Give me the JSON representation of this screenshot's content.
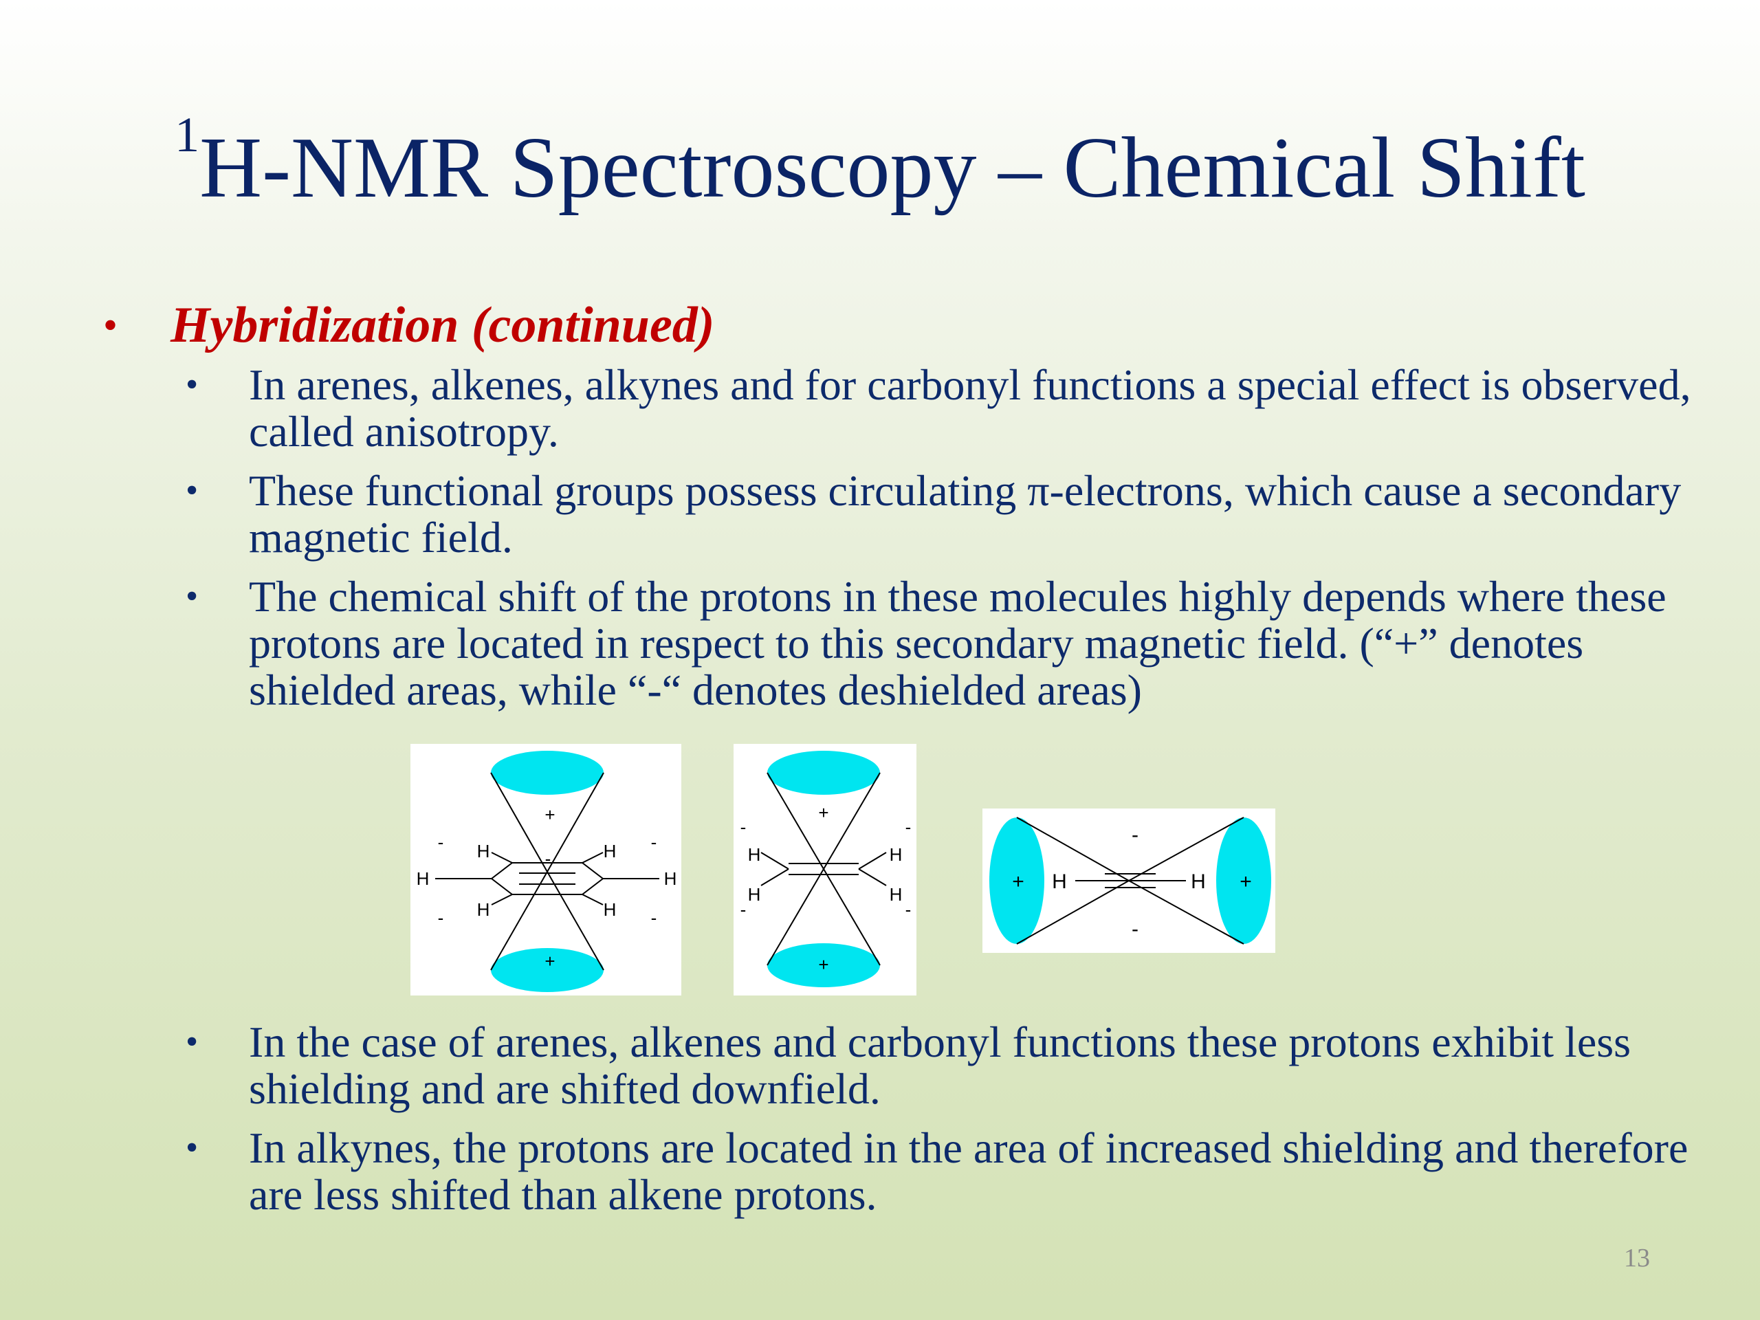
{
  "slide": {
    "title_sup": "1",
    "title_main": "H-NMR Spectroscopy – Chemical Shift",
    "heading_bullet": "•",
    "heading": "Hybridization (continued)",
    "bullet_glyph": "•",
    "bullets_top": [
      {
        "text": "In arenes, alkenes, alkynes and for carbonyl functions a special effect is observed, called anisotropy."
      },
      {
        "text": "These functional groups possess circulating π-electrons, which cause a secondary magnetic field."
      },
      {
        "text": "The chemical shift of the protons in these molecules highly depends where these protons are located in respect to this secondary magnetic field. (“+” denotes shielded areas, while “-“ denotes deshielded areas)"
      }
    ],
    "bullets_bottom": [
      {
        "text": "In the case of arenes, alkenes and carbonyl functions these protons exhibit less shielding and are shifted downfield."
      },
      {
        "text": "In alkynes, the protons are located in the area of increased shielding and therefore are less shifted than alkene protons."
      }
    ],
    "page_number": "13"
  },
  "figures": {
    "cone_color": "#00e5f0",
    "plus": "+",
    "minus": "-",
    "hydrogen": "H"
  }
}
